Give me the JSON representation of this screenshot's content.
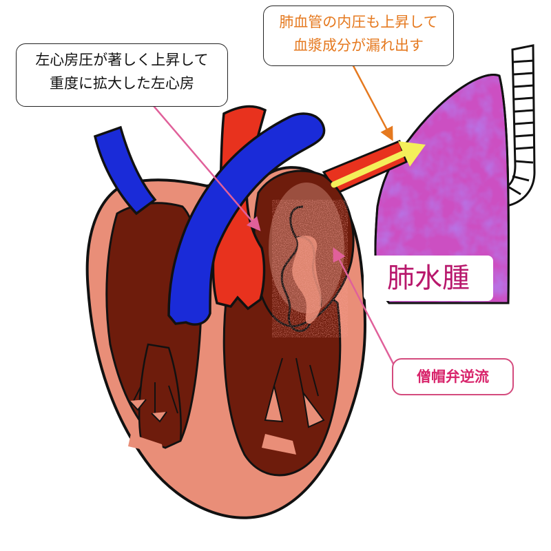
{
  "callouts": {
    "left_atrium": {
      "line1": "左心房圧が著しく上昇して",
      "line2": "重度に拡大した左心房"
    },
    "pulmonary_vessel": {
      "line1": "肺血管の内圧も上昇して",
      "line2": "血漿成分が漏れ出す",
      "color": "#e5791f"
    },
    "mitral_regurgitation": {
      "text": "僧帽弁逆流",
      "color": "#d8246b"
    }
  },
  "labels": {
    "pulmonary_edema": "肺水腫"
  },
  "colors": {
    "heart_muscle": "#e98e78",
    "chamber_blood": "#6e1c0c",
    "artery": "#e8321e",
    "vein": "#1a2bd8",
    "lung": "#cc4fc2",
    "flow_arrow": "#f4ef5a",
    "atrium_arrow": "#e0609a",
    "vessel_arrow": "#e5791f"
  }
}
